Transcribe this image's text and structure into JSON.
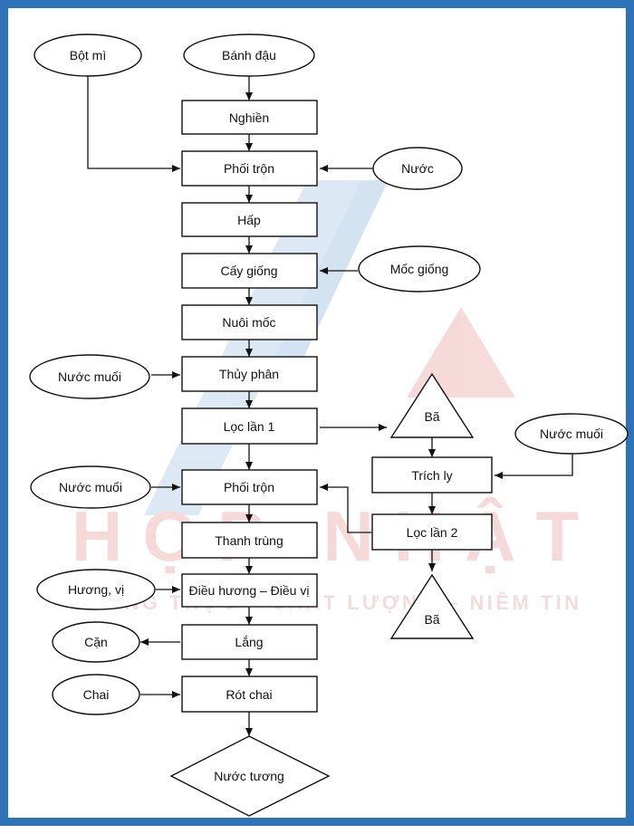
{
  "colors": {
    "frame": "#2e73b8",
    "stroke": "#111111",
    "watermark_blue": "#cfe0f1",
    "watermark_red": "#f6d7d7"
  },
  "watermark": {
    "brand": "HỌP NHẬT",
    "slogan": "HÀNG THỰC – CHẤT LƯỢNG – NIỀM TIN"
  },
  "nodes": {
    "bot_mi": "Bột mì",
    "banh_dau": "Bánh đậu",
    "nghien": "Nghiền",
    "phoi_tron_1": "Phối trộn",
    "nuoc": "Nước",
    "hap": "Hấp",
    "cay_giong": "Cấy giống",
    "moc_giong": "Mốc giống",
    "nuoi_moc": "Nuôi mốc",
    "nuoc_muoi_1": "Nước muối",
    "thuy_phan": "Thủy phân",
    "loc_lan_1": "Lọc lần 1",
    "ba_1": "Bã",
    "nuoc_muoi_2": "Nước muối",
    "trich_ly": "Trích ly",
    "nuoc_muoi_3": "Nước muối",
    "phoi_tron_2": "Phối trộn",
    "loc_lan_2": "Lọc lần 2",
    "thanh_trung": "Thanh trùng",
    "huong_vi": "Hương, vị",
    "dieu_huong": "Điều hương – Điều vị",
    "ba_2": "Bã",
    "can": "Cặn",
    "lang": "Lắng",
    "chai": "Chai",
    "rot_chai": "Rót chai",
    "nuoc_tuong": "Nước tương"
  }
}
